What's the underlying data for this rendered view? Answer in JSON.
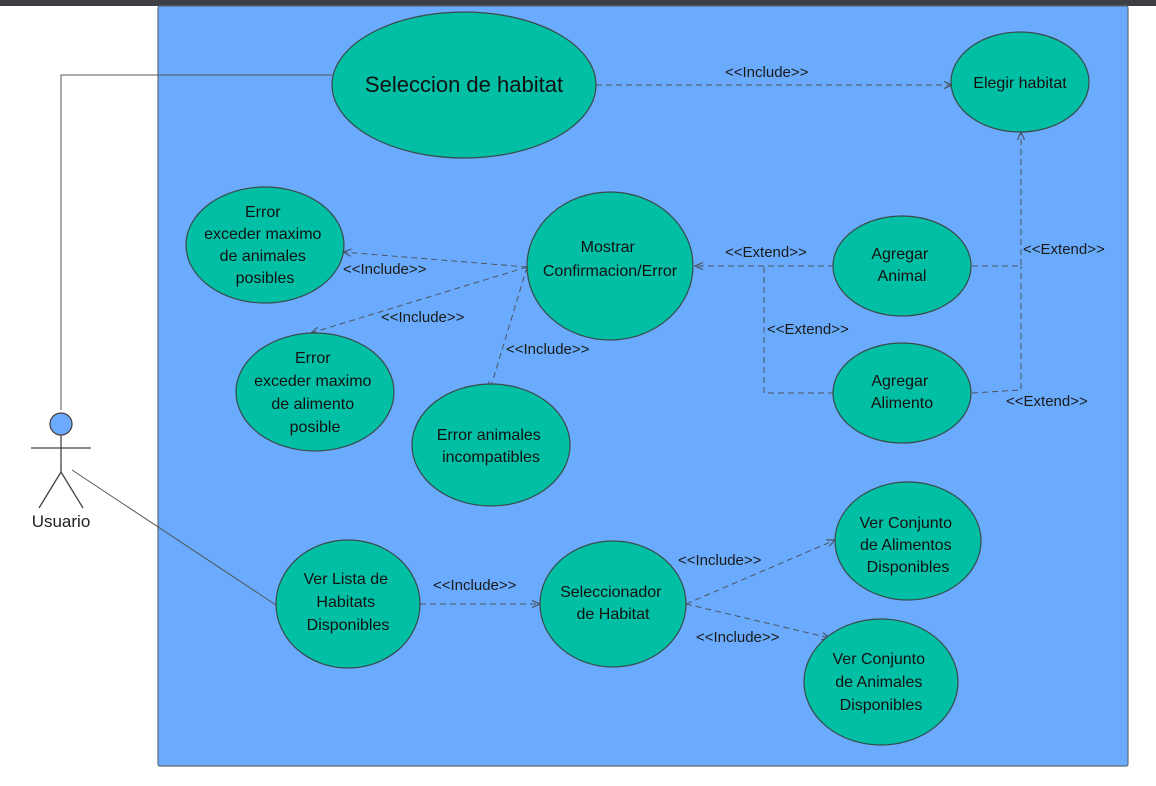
{
  "actor": {
    "name": "Usuario"
  },
  "use_cases": {
    "seleccion_habitat": [
      "Seleccion de habitat"
    ],
    "elegir_habitat": [
      "Elegir habitat"
    ],
    "mostrar_confirmacion": [
      "Mostrar",
      "Confirmacion/Error"
    ],
    "error_max_animales": [
      "Error",
      "exceder maximo",
      "de animales",
      "posibles"
    ],
    "error_max_alimento": [
      "Error",
      "exceder maximo",
      "de alimento",
      "posible"
    ],
    "error_incompatibles": [
      "Error animales",
      "incompatibles"
    ],
    "agregar_animal": [
      "Agregar",
      "Animal"
    ],
    "agregar_alimento": [
      "Agregar",
      "Alimento"
    ],
    "ver_lista_habitats": [
      "Ver Lista de",
      "Habitats",
      "Disponibles"
    ],
    "seleccionador_habitat": [
      "Seleccionador",
      "de Habitat"
    ],
    "ver_alimentos": [
      "Ver Conjunto",
      "de Alimentos",
      "Disponibles"
    ],
    "ver_animales": [
      "Ver Conjunto",
      "de Animales",
      "Disponibles"
    ]
  },
  "stereotypes": {
    "include_elegir": "<<Include>>",
    "include_err_animales": "<<Include>>",
    "include_err_alimento": "<<Include>>",
    "include_err_incompat": "<<Include>>",
    "extend_animal_mostrar": "<<Extend>>",
    "extend_alimento_mostrar": "<<Extend>>",
    "extend_animal_elegir": "<<Extend>>",
    "extend_alimento_elegir": "<<Extend>>",
    "include_seleccionador": "<<Include>>",
    "include_alimentos": "<<Include>>",
    "include_animales": "<<Include>>"
  }
}
